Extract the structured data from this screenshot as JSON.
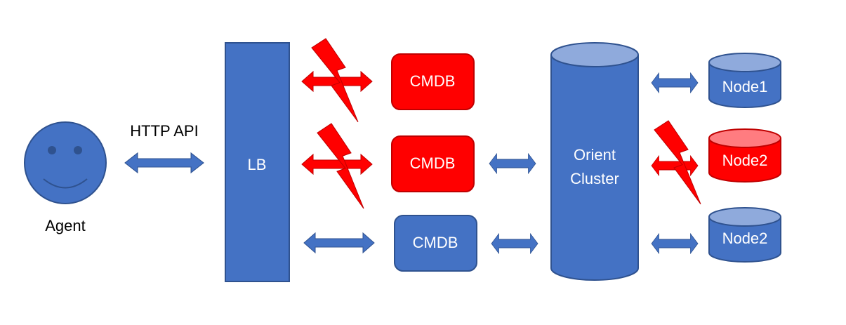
{
  "diagram": {
    "agent": {
      "label": "Agent"
    },
    "http_link": {
      "label": "HTTP API"
    },
    "load_balancer": {
      "label": "LB"
    },
    "cmdb_nodes": [
      {
        "label": "CMDB",
        "status": "failed"
      },
      {
        "label": "CMDB",
        "status": "failed"
      },
      {
        "label": "CMDB",
        "status": "ok"
      }
    ],
    "cluster": {
      "line1": "Orient",
      "line2": "Cluster"
    },
    "storage_nodes": [
      {
        "label": "Node1",
        "status": "ok"
      },
      {
        "label": "Node2",
        "status": "failed"
      },
      {
        "label": "Node2",
        "status": "ok"
      }
    ]
  },
  "colors": {
    "ok": "#4472C4",
    "ok_outline": "#2F528F",
    "ok_top": "#8FAADC",
    "failed": "#FF0000",
    "failed_outline": "#C00000",
    "failed_top": "#FF7C80",
    "arrow_ok": "#4472C4",
    "arrow_failed": "#FF0000"
  }
}
